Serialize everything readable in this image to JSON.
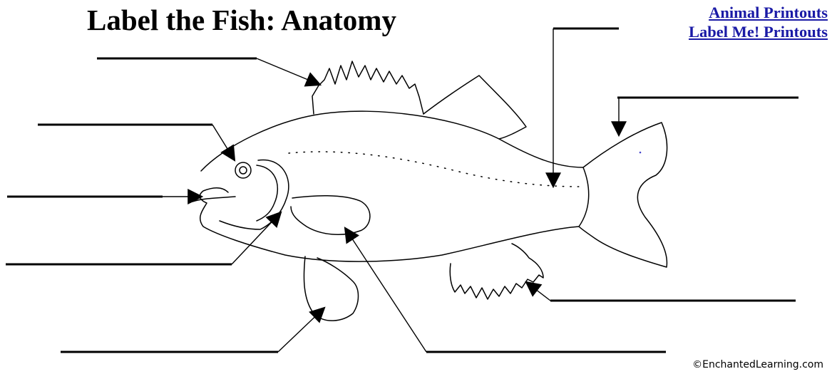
{
  "title": "Label the Fish: Anatomy",
  "links": [
    {
      "label": "Animal Printouts"
    },
    {
      "label": "Label Me! Printouts"
    }
  ],
  "copyright": "©EnchantedLearning.com",
  "label_blanks": [
    {
      "name": "blank-dorsal-fin"
    },
    {
      "name": "blank-eye"
    },
    {
      "name": "blank-mouth"
    },
    {
      "name": "blank-gill-cover"
    },
    {
      "name": "blank-pelvic-fin"
    },
    {
      "name": "blank-pectoral-fin"
    },
    {
      "name": "blank-lateral-line"
    },
    {
      "name": "blank-caudal-fin"
    },
    {
      "name": "blank-anal-fin"
    }
  ]
}
